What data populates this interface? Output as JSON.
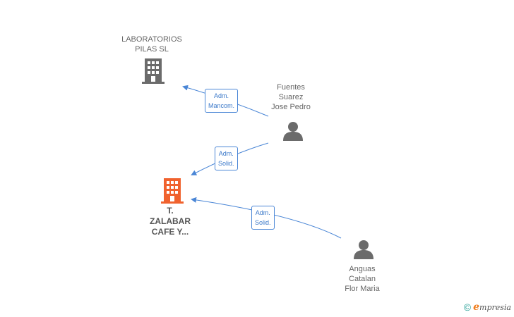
{
  "nodes": {
    "laboratorios": {
      "label": "LABORATORIOS\nPILAS SL",
      "type": "company",
      "icon": "building-icon",
      "color": "#6b6b6b"
    },
    "zalabar": {
      "label": "T.\nZALABAR\nCAFE Y...",
      "type": "company",
      "icon": "building-icon",
      "color": "#f0622e"
    },
    "fuentes": {
      "label": "Fuentes\nSuarez\nJose Pedro",
      "type": "person",
      "icon": "person-icon",
      "color": "#6b6b6b"
    },
    "anguas": {
      "label": "Anguas\nCatalan\nFlor Maria",
      "type": "person",
      "icon": "person-icon",
      "color": "#6b6b6b"
    }
  },
  "edges": [
    {
      "from": "fuentes",
      "to": "laboratorios",
      "label": "Adm.\nMancom."
    },
    {
      "from": "fuentes",
      "to": "zalabar",
      "label": "Adm.\nSolid."
    },
    {
      "from": "anguas",
      "to": "zalabar",
      "label": "Adm.\nSolid."
    }
  ],
  "colors": {
    "edge": "#4a86d6",
    "node_gray": "#6b6b6b",
    "node_highlight": "#f0622e"
  },
  "footer": {
    "copyright": "©",
    "brand_first": "e",
    "brand_rest": "mpresia"
  }
}
